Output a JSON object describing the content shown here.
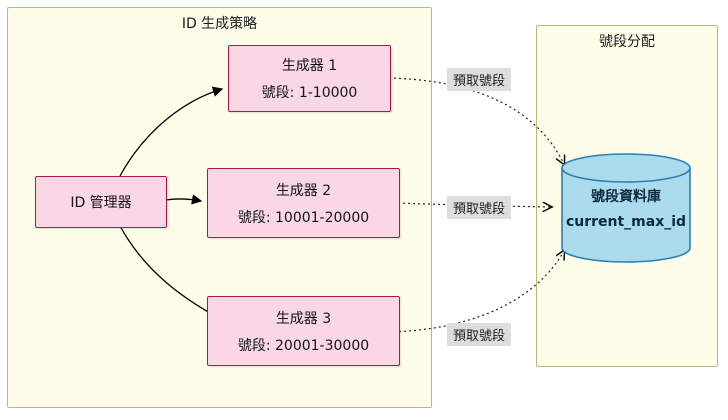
{
  "diagram": {
    "left_group": {
      "title": "ID 生成策略"
    },
    "right_group": {
      "title": "號段分配"
    },
    "manager": {
      "label": "ID 管理器"
    },
    "generators": [
      {
        "name": "生成器 1",
        "range": "號段: 1-10000"
      },
      {
        "name": "生成器 2",
        "range": "號段: 10001-20000"
      },
      {
        "name": "生成器 3",
        "range": "號段: 20001-30000"
      }
    ],
    "database": {
      "name": "號段資料庫",
      "field": "current_max_id"
    },
    "edge_labels": [
      {
        "text": "預取號段"
      },
      {
        "text": "預取號段"
      },
      {
        "text": "預取號段"
      }
    ],
    "colors": {
      "group_fill": "#fdfdea",
      "group_border": "#b9b97a",
      "node_fill": "#f9d7e7",
      "node_border": "#a8174e",
      "db_fill": "#aadcee",
      "db_border": "#2a7fb5",
      "edge_label_bg": "#dddddd"
    }
  }
}
